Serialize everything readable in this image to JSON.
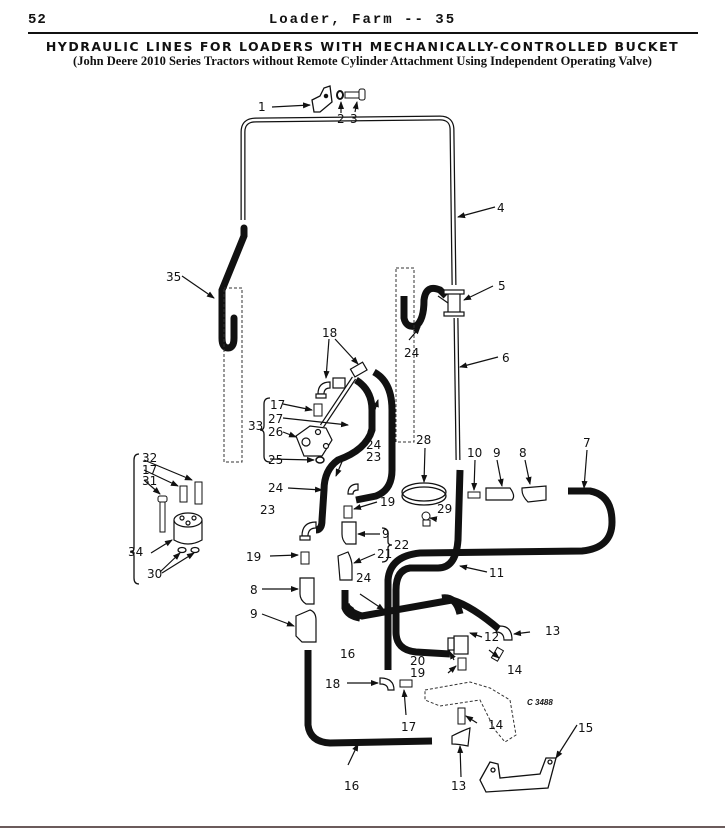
{
  "header": {
    "page_number": "52",
    "running_head": "Loader, Farm -- 35",
    "title": "HYDRAULIC LINES FOR LOADERS WITH MECHANICALLY-CONTROLLED BUCKET",
    "subtitle": "(John Deere 2010 Series Tractors without Remote Cylinder Attachment Using Independent Operating Valve)"
  },
  "figure": {
    "figure_code": "C 3488",
    "callouts": [
      {
        "id": "c1",
        "label": "1"
      },
      {
        "id": "c2",
        "label": "2"
      },
      {
        "id": "c3",
        "label": "3"
      },
      {
        "id": "c4",
        "label": "4"
      },
      {
        "id": "c5",
        "label": "5"
      },
      {
        "id": "c6",
        "label": "6"
      },
      {
        "id": "c7",
        "label": "7"
      },
      {
        "id": "c8a",
        "label": "8"
      },
      {
        "id": "c8b",
        "label": "8"
      },
      {
        "id": "c9a",
        "label": "9"
      },
      {
        "id": "c9b",
        "label": "9"
      },
      {
        "id": "c9c",
        "label": "9"
      },
      {
        "id": "c10",
        "label": "10"
      },
      {
        "id": "c11",
        "label": "11"
      },
      {
        "id": "c12",
        "label": "12"
      },
      {
        "id": "c13a",
        "label": "13"
      },
      {
        "id": "c13b",
        "label": "13"
      },
      {
        "id": "c14a",
        "label": "14"
      },
      {
        "id": "c14b",
        "label": "14"
      },
      {
        "id": "c15",
        "label": "15"
      },
      {
        "id": "c16a",
        "label": "16"
      },
      {
        "id": "c16b",
        "label": "16"
      },
      {
        "id": "c17a",
        "label": "17"
      },
      {
        "id": "c17b",
        "label": "17"
      },
      {
        "id": "c17c",
        "label": "17"
      },
      {
        "id": "c18a",
        "label": "18"
      },
      {
        "id": "c18b",
        "label": "18"
      },
      {
        "id": "c19a",
        "label": "19"
      },
      {
        "id": "c19b",
        "label": "19"
      },
      {
        "id": "c19c",
        "label": "19"
      },
      {
        "id": "c20",
        "label": "20"
      },
      {
        "id": "c21",
        "label": "21"
      },
      {
        "id": "c22",
        "label": "22"
      },
      {
        "id": "c23a",
        "label": "23"
      },
      {
        "id": "c23b",
        "label": "23"
      },
      {
        "id": "c24a",
        "label": "24"
      },
      {
        "id": "c24b",
        "label": "24"
      },
      {
        "id": "c24c",
        "label": "24"
      },
      {
        "id": "c24d",
        "label": "24"
      },
      {
        "id": "c25",
        "label": "25"
      },
      {
        "id": "c26",
        "label": "26"
      },
      {
        "id": "c27",
        "label": "27"
      },
      {
        "id": "c28",
        "label": "28"
      },
      {
        "id": "c29",
        "label": "29"
      },
      {
        "id": "c30",
        "label": "30"
      },
      {
        "id": "c31",
        "label": "31"
      },
      {
        "id": "c32",
        "label": "32"
      },
      {
        "id": "c33",
        "label": "33"
      },
      {
        "id": "c34",
        "label": "34"
      },
      {
        "id": "c35",
        "label": "35"
      }
    ]
  }
}
